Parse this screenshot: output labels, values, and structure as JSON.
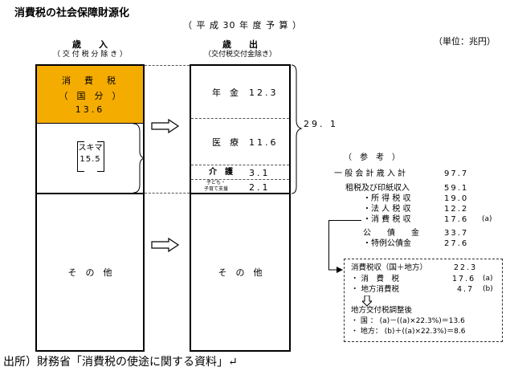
{
  "title": "消費税の社会保障財源化",
  "subtitle": "（ 平 成 30 年 度 予 算 ）",
  "unit": "（単位：兆円）",
  "revenue": {
    "heading": "歳　　入",
    "subheading": "（ 交 付 税 分 除 き ）",
    "consumption_tax_label": "消　費　税",
    "consumption_tax_sub": "（　国　分　）",
    "consumption_tax_value": "13.6",
    "gap_label": "スキマ",
    "gap_value": "15.5",
    "other_label": "そ　の　他"
  },
  "expenditure": {
    "heading": "歳　　出",
    "subheading": "（交付税交付金除き）",
    "items": [
      {
        "label": "年　金",
        "value": "12.3"
      },
      {
        "label": "医　療",
        "value": "11.6"
      },
      {
        "label": "介　護",
        "value": "3.1"
      },
      {
        "label_line1": "子ども・",
        "label_line2": "子育て支援",
        "value": "2.1"
      }
    ],
    "total": "29. 1",
    "other_label": "そ　の　他"
  },
  "reference": {
    "heading": "（　参　考　）",
    "rows": [
      {
        "label": "一 般 会 計 歳 入 計",
        "value": "97.7",
        "note": ""
      },
      {
        "label": "租税及び印紙収入",
        "value": "59.1",
        "note": ""
      },
      {
        "label": "・所 得 税 収",
        "value": "19.0",
        "note": ""
      },
      {
        "label": "・法 人 税 収",
        "value": "12.2",
        "note": ""
      },
      {
        "label": "・消 費 税 収",
        "value": "17.6",
        "note": "(a)"
      },
      {
        "label": "公　　債　　金",
        "value": "33.7",
        "note": ""
      },
      {
        "label": "・特例公債金",
        "value": "27.6",
        "note": ""
      }
    ]
  },
  "tax_box": {
    "title": "消費税収（国＋地方）",
    "title_value": "22.3",
    "rows": [
      {
        "label": "・ 消　費　税",
        "value": "17.6",
        "note": "(a)"
      },
      {
        "label": "・ 地方消費税",
        "value": "4.7",
        "note": "(b)"
      }
    ],
    "adjust_title": "地方交付税調整後",
    "adjust_rows": [
      "・ 国 ： (a)－((a)×22.3%)＝13.6",
      "・ 地方： (b)＋((a)×22.3%)＝8.6"
    ]
  },
  "source": "出所）財務省「消費税の使途に関する資料」↵",
  "colors": {
    "highlight": "#F5AC00",
    "border": "#000000"
  }
}
